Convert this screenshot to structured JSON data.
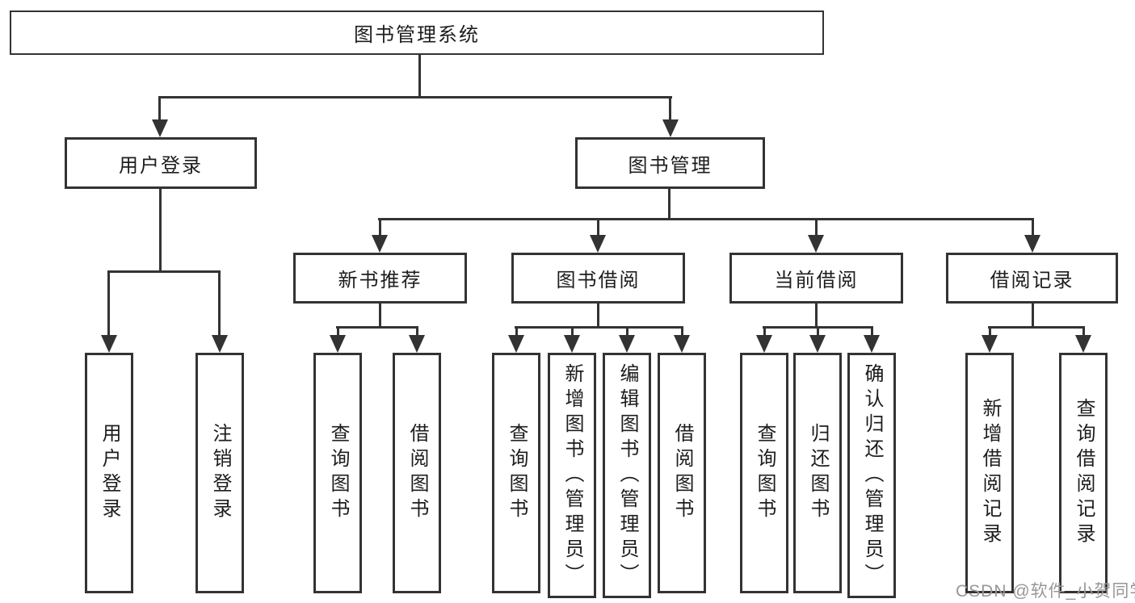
{
  "diagram": {
    "title": "图书管理系统",
    "level2": {
      "user_login": "用户登录",
      "book_mgmt": "图书管理"
    },
    "level3": {
      "new_books": "新书推荐",
      "borrowing": "图书借阅",
      "current": "当前借阅",
      "records": "借阅记录"
    },
    "leaves": {
      "user_login": [
        "用户登录",
        "注销登录"
      ],
      "new_books": [
        "查询图书",
        "借阅图书"
      ],
      "borrowing": [
        "查询图书",
        "新增图书（管理员）",
        "编辑图书（管理员）",
        "借阅图书"
      ],
      "current": [
        "查询图书",
        "归还图书",
        "确认归还（管理员）"
      ],
      "records": [
        "新增借阅记录",
        "查询借阅记录"
      ]
    },
    "watermark": "CSDN @软件_小贺同学"
  },
  "colors": {
    "line": "#333333",
    "text": "#1d1d1f",
    "watermark": "#979797",
    "background": "#ffffff"
  }
}
